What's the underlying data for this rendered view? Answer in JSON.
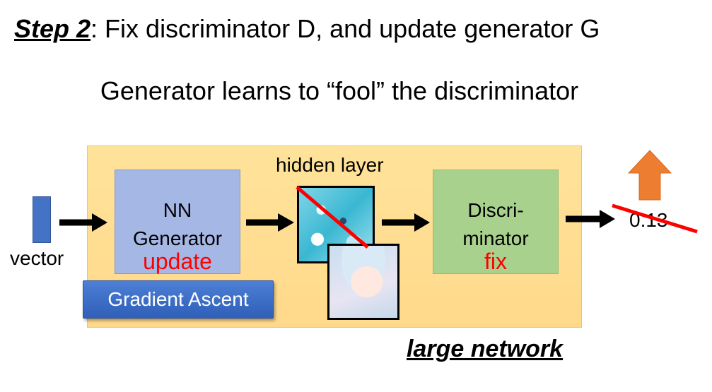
{
  "title": {
    "step": "Step 2",
    "rest": ": Fix discriminator D, and update generator G"
  },
  "subtitle": "Generator learns to “fool” the discriminator",
  "input": {
    "label": "vector"
  },
  "generator": {
    "line1": "NN",
    "line2": "Generator",
    "status": "update"
  },
  "gradient_button": "Gradient Ascent",
  "hidden_layer_label": "hidden layer",
  "discriminator": {
    "line1": "Discri-",
    "line2": "minator",
    "status": "fix"
  },
  "output_value": "0.13",
  "network_label": "large network",
  "colors": {
    "panel": "#ffd98b",
    "generator_box": "#a5b7e5",
    "discriminator_box": "#a9d18e",
    "button": "#2f5fb8",
    "vector": "#4472c4",
    "strike": "#ff0000",
    "up_arrow": "#ed7d31"
  }
}
